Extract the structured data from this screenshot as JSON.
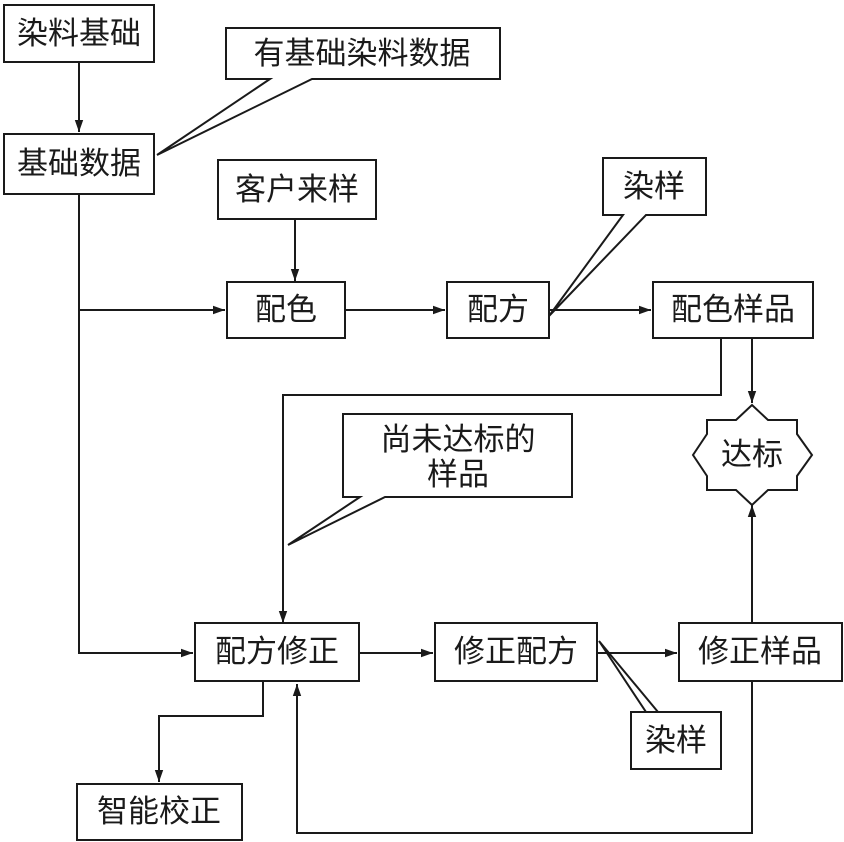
{
  "nodes": {
    "dye_basics": "染料基础",
    "basic_data": "基础数据",
    "customer_sample": "客户来样",
    "color_matching": "配色",
    "formula": "配方",
    "color_sample": "配色样品",
    "standard_met": "达标",
    "formula_correction": "配方修正",
    "corrected_formula": "修正配方",
    "corrected_sample": "修正样品",
    "smart_correction": "智能校正"
  },
  "callouts": {
    "has_basic_dye_data": "有基础染料数据",
    "dyed_sample_top": "染样",
    "unmet_sample_line1": "尚未达标的",
    "unmet_sample_line2": "样品",
    "dyed_sample_bottom": "染样"
  },
  "colors": {
    "stroke": "#1a1a1a",
    "background": "#ffffff"
  }
}
